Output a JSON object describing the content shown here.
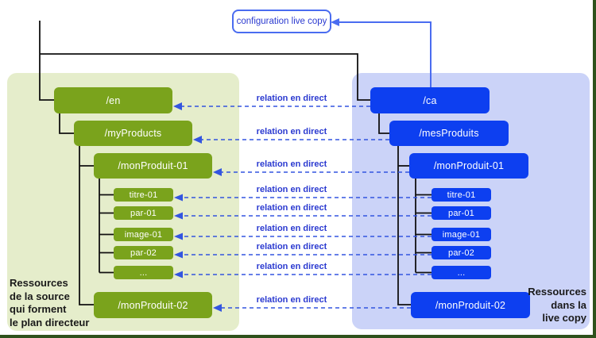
{
  "diagram": {
    "config_box": {
      "label": "configuration live copy"
    },
    "source": {
      "caption": "Ressources\nde la source\nqui forment\nle plan directeur",
      "nodes": [
        {
          "id": "en",
          "label": "/en"
        },
        {
          "id": "myProducts",
          "label": "/myProducts"
        },
        {
          "id": "monProduit-01",
          "label": "/monProduit-01"
        },
        {
          "id": "titre-01",
          "label": "titre-01"
        },
        {
          "id": "par-01",
          "label": "par-01"
        },
        {
          "id": "image-01",
          "label": "image-01"
        },
        {
          "id": "par-02",
          "label": "par-02"
        },
        {
          "id": "dots",
          "label": "..."
        },
        {
          "id": "monProduit-02",
          "label": "/monProduit-02"
        }
      ]
    },
    "livecopy": {
      "caption": "Ressources\ndans la\nlive copy",
      "nodes": [
        {
          "id": "ca",
          "label": "/ca"
        },
        {
          "id": "mesProduits",
          "label": "/mesProduits"
        },
        {
          "id": "monProduit-01",
          "label": "/monProduit-01"
        },
        {
          "id": "titre-01",
          "label": "titre-01"
        },
        {
          "id": "par-01",
          "label": "par-01"
        },
        {
          "id": "image-01",
          "label": "image-01"
        },
        {
          "id": "par-02",
          "label": "par-02"
        },
        {
          "id": "dots",
          "label": "..."
        },
        {
          "id": "monProduit-02",
          "label": "/monProduit-02"
        }
      ]
    },
    "relations": [
      "relation en direct",
      "relation en direct",
      "relation en direct",
      "relation en direct",
      "relation en direct",
      "relation en direct",
      "relation en direct",
      "relation en direct",
      "relation en direct"
    ],
    "colors": {
      "source_node": "#7aa31c",
      "source_panel": "#e5edcb",
      "livecopy_node": "#0d3ff0",
      "livecopy_panel": "#cbd3f8",
      "relation_text": "#2b3ad0",
      "relation_arrow": "#3355e0",
      "tree_line": "#111111",
      "config_border": "#4a6cf0",
      "page_border": "#2e511c"
    }
  }
}
